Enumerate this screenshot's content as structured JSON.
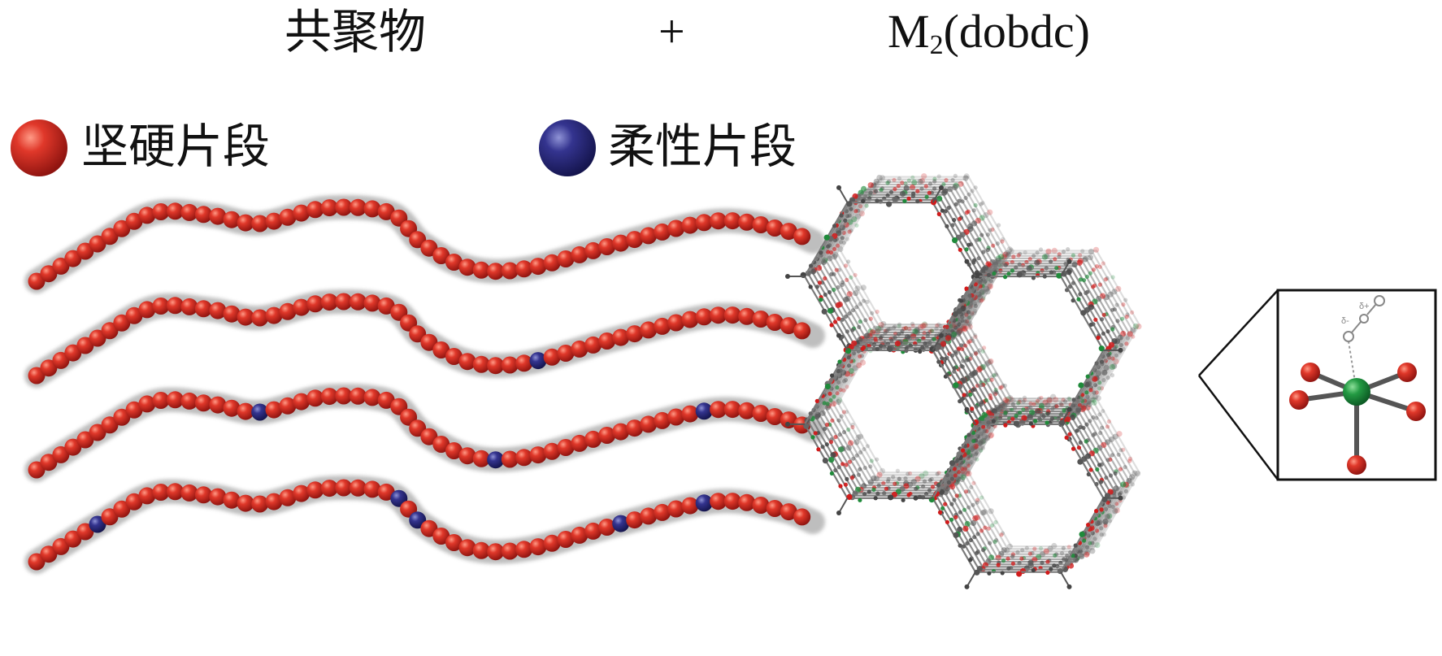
{
  "header": {
    "left_text": "共聚物",
    "plus": "+",
    "right_base": "M",
    "right_sub": "2",
    "right_tail": "(dobdc)"
  },
  "legend": {
    "hard_label": "坚硬片段",
    "soft_label": "柔性片段"
  },
  "colors": {
    "hard_bead": "#cc2a1f",
    "soft_bead": "#2a2a7e",
    "chain_halo": "#a9a9a9",
    "framework_metal": "#1f8a3a",
    "framework_oxygen": "#d11a1a",
    "framework_carbon": "#555555"
  },
  "chains": [
    {
      "name": "chain-1",
      "soft_fractions": []
    },
    {
      "name": "chain-2",
      "soft_fractions": [
        0.66
      ]
    },
    {
      "name": "chain-3",
      "soft_fractions": [
        0.3,
        0.61,
        0.88
      ]
    },
    {
      "name": "chain-4",
      "soft_fractions": [
        0.09,
        0.47,
        0.5,
        0.77,
        0.88
      ]
    }
  ]
}
